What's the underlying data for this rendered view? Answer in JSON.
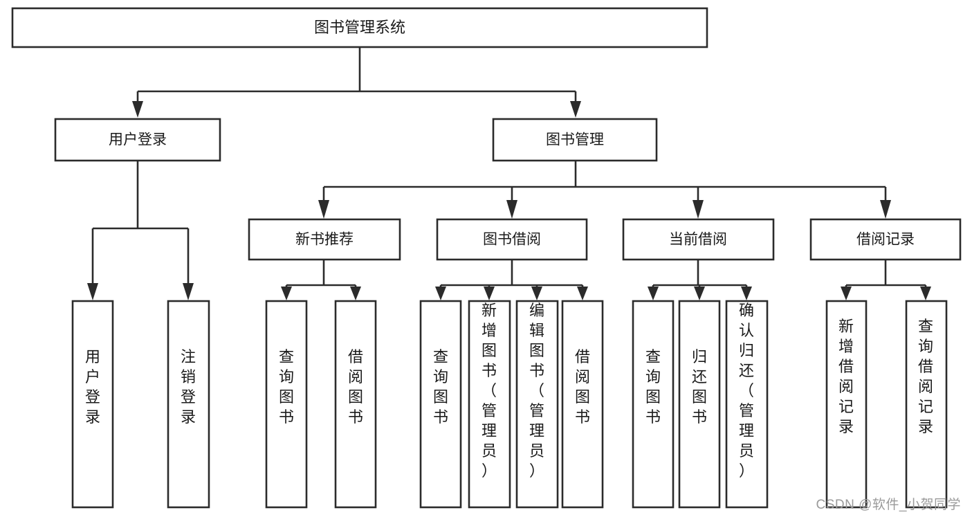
{
  "diagram": {
    "type": "tree-hierarchy",
    "orientation": "top-down",
    "root": {
      "label": "图书管理系统"
    },
    "level2": [
      {
        "label": "用户登录"
      },
      {
        "label": "图书管理"
      }
    ],
    "level3": [
      {
        "label": "新书推荐"
      },
      {
        "label": "图书借阅"
      },
      {
        "label": "当前借阅"
      },
      {
        "label": "借阅记录"
      }
    ],
    "leaves": {
      "user_login": [
        {
          "label": "用户登录"
        },
        {
          "label": "注销登录"
        }
      ],
      "new_book_recommend": [
        {
          "label": "查询图书"
        },
        {
          "label": "借阅图书"
        }
      ],
      "book_borrow": [
        {
          "label": "查询图书"
        },
        {
          "label": "新增图书（管理员）"
        },
        {
          "label": "编辑图书（管理员）"
        },
        {
          "label": "借阅图书"
        }
      ],
      "current_borrow": [
        {
          "label": "查询图书"
        },
        {
          "label": "归还图书"
        },
        {
          "label": "确认归还（管理员）"
        }
      ],
      "borrow_record": [
        {
          "label": "新增借阅记录"
        },
        {
          "label": "查询借阅记录"
        }
      ]
    }
  },
  "watermark": {
    "text": "CSDN @软件_小贺同学"
  },
  "colors": {
    "stroke": "#2b2b2b",
    "box_fill": "#ffffff",
    "text": "#1a1a1a",
    "watermark": "#9a9a9a",
    "background": "#ffffff"
  }
}
